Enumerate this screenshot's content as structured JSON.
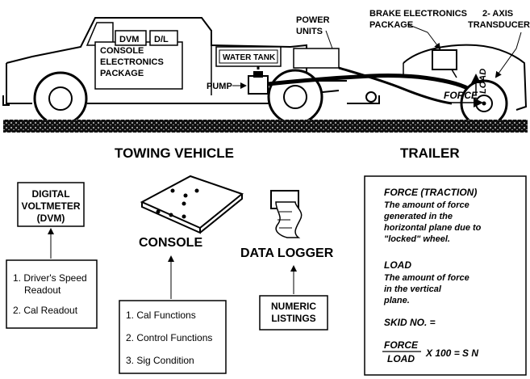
{
  "truck_labels": {
    "dvm": "DVM",
    "dl": "D/L",
    "console_pkg": [
      "CONSOLE",
      "ELECTRONICS",
      "PACKAGE"
    ],
    "water_tank": "WATER TANK",
    "pump": "PUMP",
    "power_units": [
      "POWER",
      "UNITS"
    ],
    "brake_pkg": [
      "BRAKE ELECTRONICS",
      "PACKAGE"
    ],
    "transducer": [
      "2- AXIS",
      "TRANSDUCER"
    ],
    "load": "LOAD",
    "force": "FORCE",
    "towing_vehicle": "TOWING VEHICLE",
    "trailer": "TRAILER"
  },
  "dvm_block": {
    "box": [
      "DIGITAL",
      "VOLTMETER",
      "(DVM)"
    ],
    "items": [
      "1. Driver's Speed",
      "Readout",
      "2.  Cal Readout"
    ]
  },
  "console_block": {
    "title": "CONSOLE",
    "items": [
      "1.  Cal Functions",
      "2.  Control Functions",
      "3.  Sig Condition"
    ]
  },
  "logger_block": {
    "title": "DATA LOGGER",
    "box": [
      "NUMERIC",
      "LISTINGS"
    ]
  },
  "definitions": {
    "force_title": "FORCE (TRACTION)",
    "force_lines": [
      "The amount of force",
      "generated in the",
      "horizontal plane due to",
      "\"locked\" wheel."
    ],
    "load_title": "LOAD",
    "load_lines": [
      "The amount of force",
      "in the vertical",
      "plane."
    ],
    "skid_no": "SKID NO.  =",
    "frac_num": "FORCE",
    "frac_den": "LOAD",
    "formula_rest": "X 100 = S N"
  }
}
